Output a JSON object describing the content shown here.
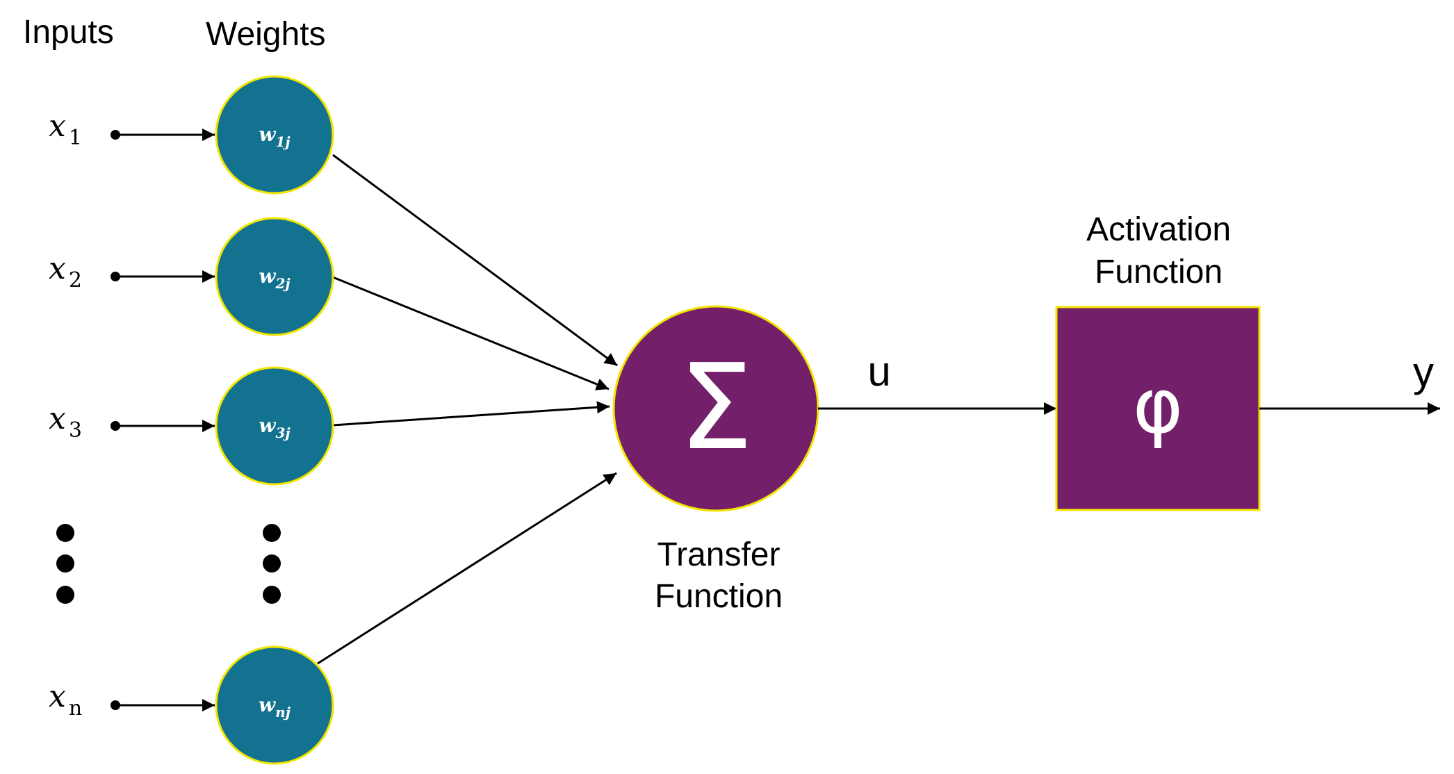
{
  "headers": {
    "inputs": "Inputs",
    "weights": "Weights"
  },
  "inputs": [
    {
      "base": "x",
      "sub": "1"
    },
    {
      "base": "x",
      "sub": "2"
    },
    {
      "base": "x",
      "sub": "3"
    },
    {
      "base": "x",
      "sub": "n"
    }
  ],
  "weights": [
    {
      "base": "w",
      "sub": "1j"
    },
    {
      "base": "w",
      "sub": "2j"
    },
    {
      "base": "w",
      "sub": "3j"
    },
    {
      "base": "w",
      "sub": "nj"
    }
  ],
  "transfer": {
    "symbol": "Σ",
    "caption_line1": "Transfer",
    "caption_line2": "Function"
  },
  "activation": {
    "symbol": "φ",
    "caption_line1": "Activation",
    "caption_line2": "Function"
  },
  "signals": {
    "intermediate": "u",
    "output": "y"
  },
  "colors": {
    "weight_fill": "#13728F",
    "node_fill": "#741F6A",
    "outline": "#F2E500",
    "line": "#000000"
  }
}
